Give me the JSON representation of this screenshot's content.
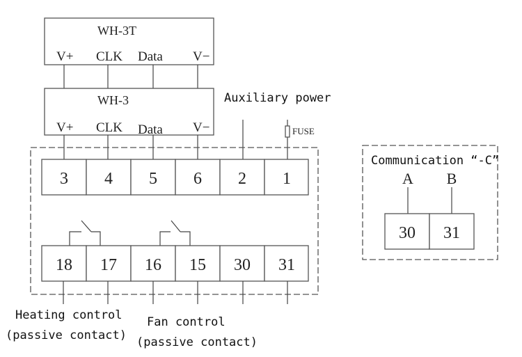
{
  "devices": [
    {
      "name": "WH-3T",
      "pins": [
        "V+",
        "CLK",
        "Data",
        "V−"
      ]
    },
    {
      "name": "WH-3",
      "pins": [
        "V+",
        "CLK",
        "Data",
        "V−"
      ]
    }
  ],
  "labels": {
    "auxiliary_power": "Auxiliary power",
    "fuse": "FUSE",
    "heating_control": "Heating control",
    "heating_contact": "(passive contact)",
    "fan_control": "Fan control",
    "fan_contact": "(passive contact)"
  },
  "top_terminals": [
    "3",
    "4",
    "5",
    "6",
    "2",
    "1"
  ],
  "bottom_terminals": [
    "18",
    "17",
    "16",
    "15",
    "30",
    "31"
  ],
  "communication": {
    "title": "Communication “-C”",
    "pins": [
      "A",
      "B"
    ],
    "terminals": [
      "30",
      "31"
    ]
  }
}
